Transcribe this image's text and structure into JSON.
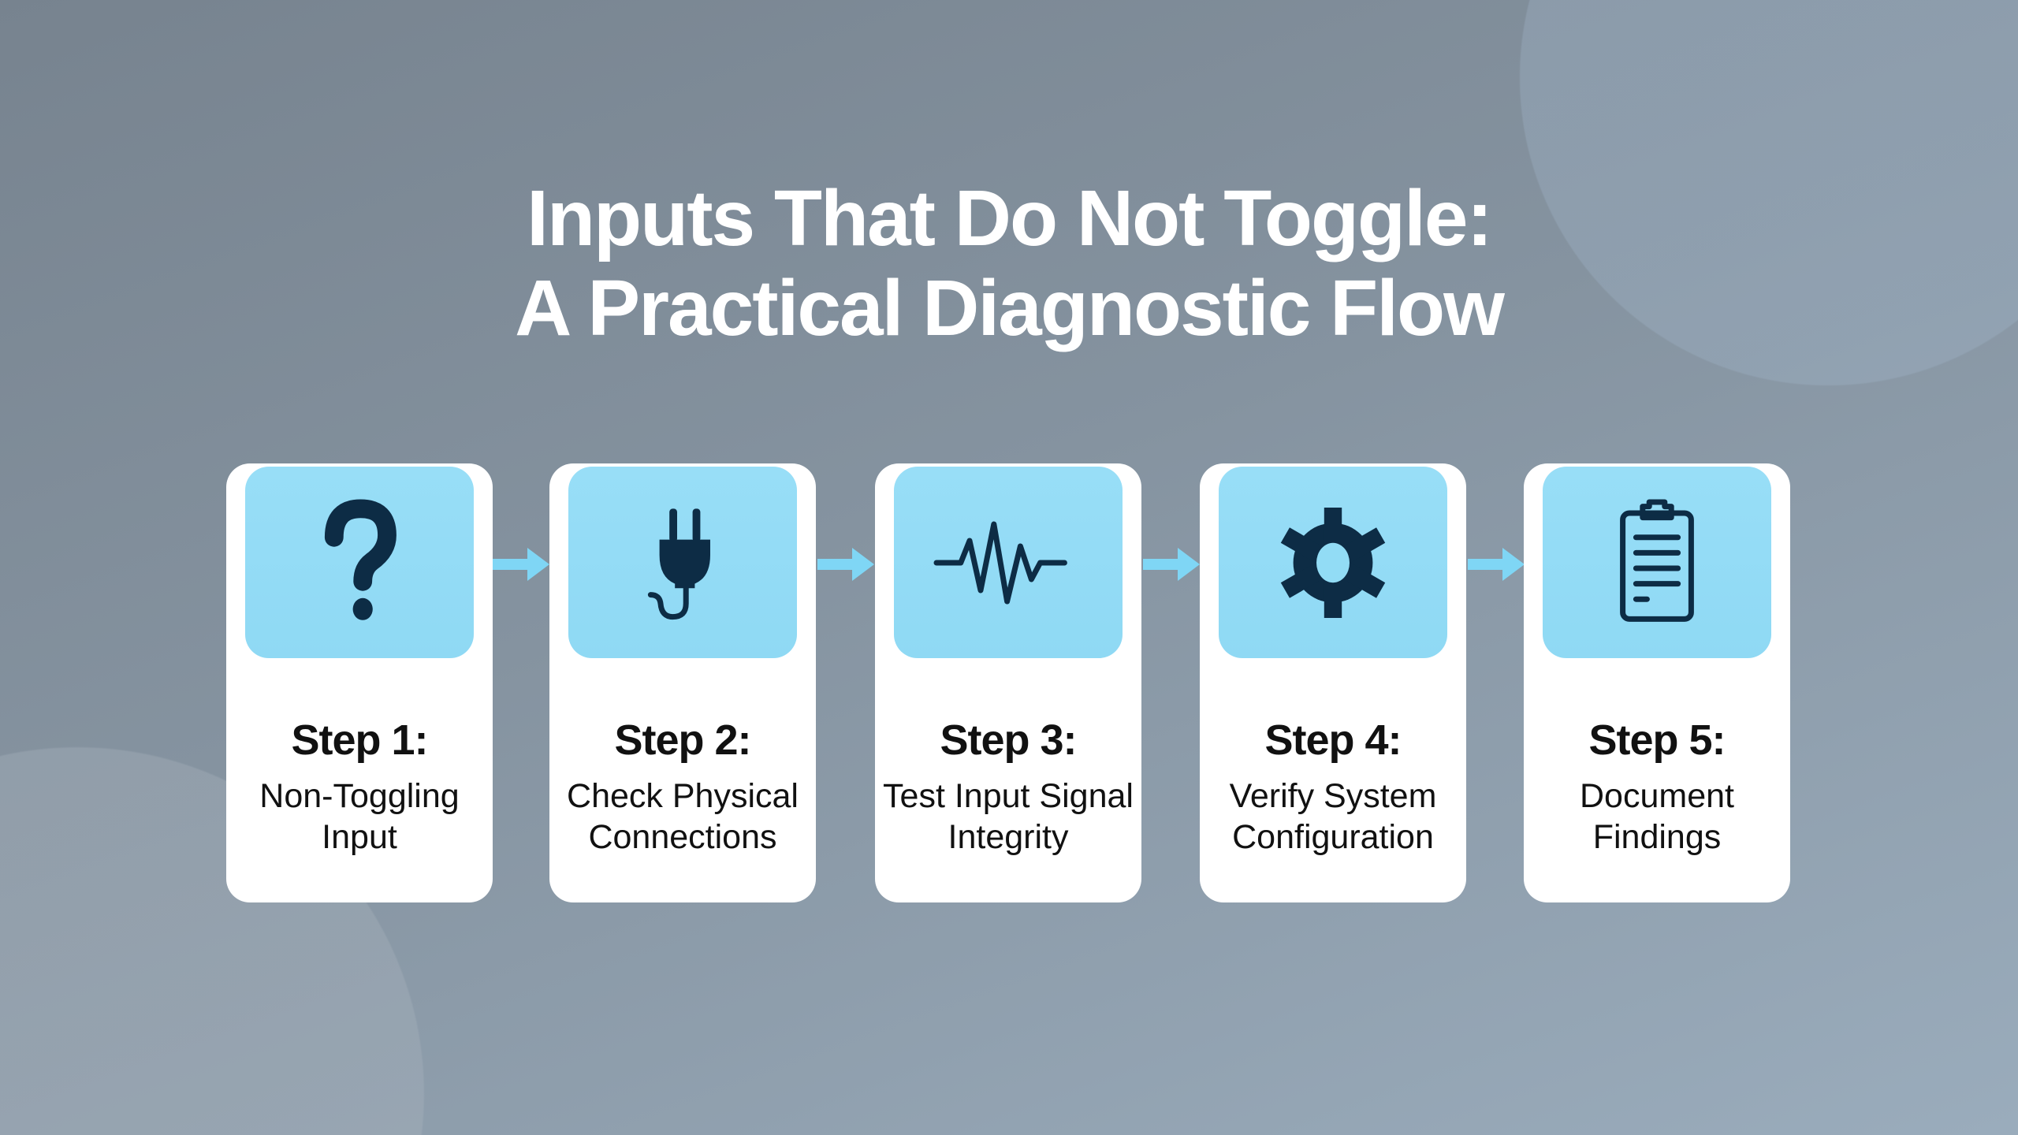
{
  "title": {
    "line1": "Inputs That Do Not Toggle:",
    "line2": "A Practical Diagnostic Flow"
  },
  "colors": {
    "icon_box": "#92dcf5",
    "icon": "#0d2c45",
    "arrow": "#7fd6f5",
    "card": "#ffffff"
  },
  "steps": [
    {
      "label": "Step 1:",
      "line1": "Non-Toggling",
      "line2": "Input",
      "icon": "question-mark-icon"
    },
    {
      "label": "Step 2:",
      "line1": "Check Physical",
      "line2": "Connections",
      "icon": "plug-icon"
    },
    {
      "label": "Step 3:",
      "line1": "Test Input Signal",
      "line2": "Integrity",
      "icon": "waveform-icon"
    },
    {
      "label": "Step 4:",
      "line1": "Verify System",
      "line2": "Configuration",
      "icon": "gear-icon"
    },
    {
      "label": "Step 5:",
      "line1": "Document",
      "line2": "Findings",
      "icon": "clipboard-icon"
    }
  ]
}
